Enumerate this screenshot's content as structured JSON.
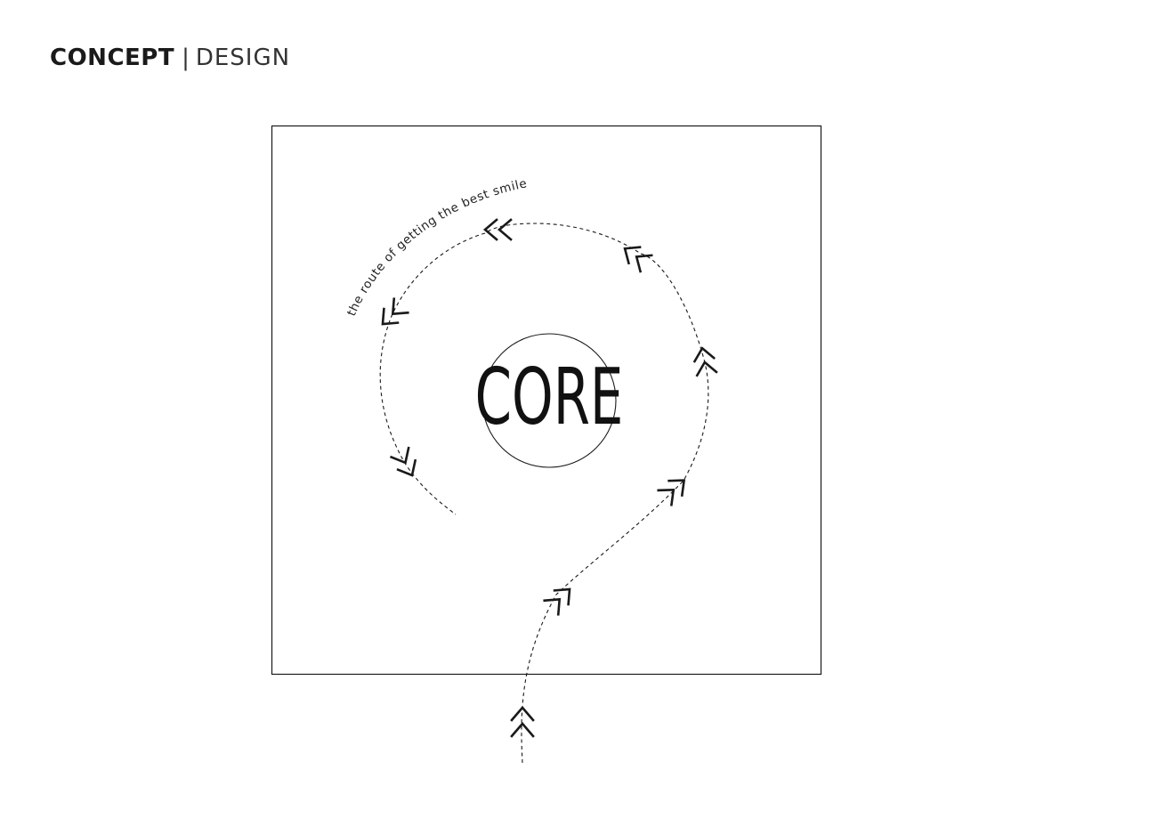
{
  "header": {
    "title_bold": "CONCEPT",
    "separator": "|",
    "title_light": "DESIGN"
  },
  "diagram": {
    "route_label": "the route of getting the best smile",
    "core_label": "CORE",
    "line_color": "#1a1a1a",
    "arrow_icon": "double-chevron-icon"
  }
}
